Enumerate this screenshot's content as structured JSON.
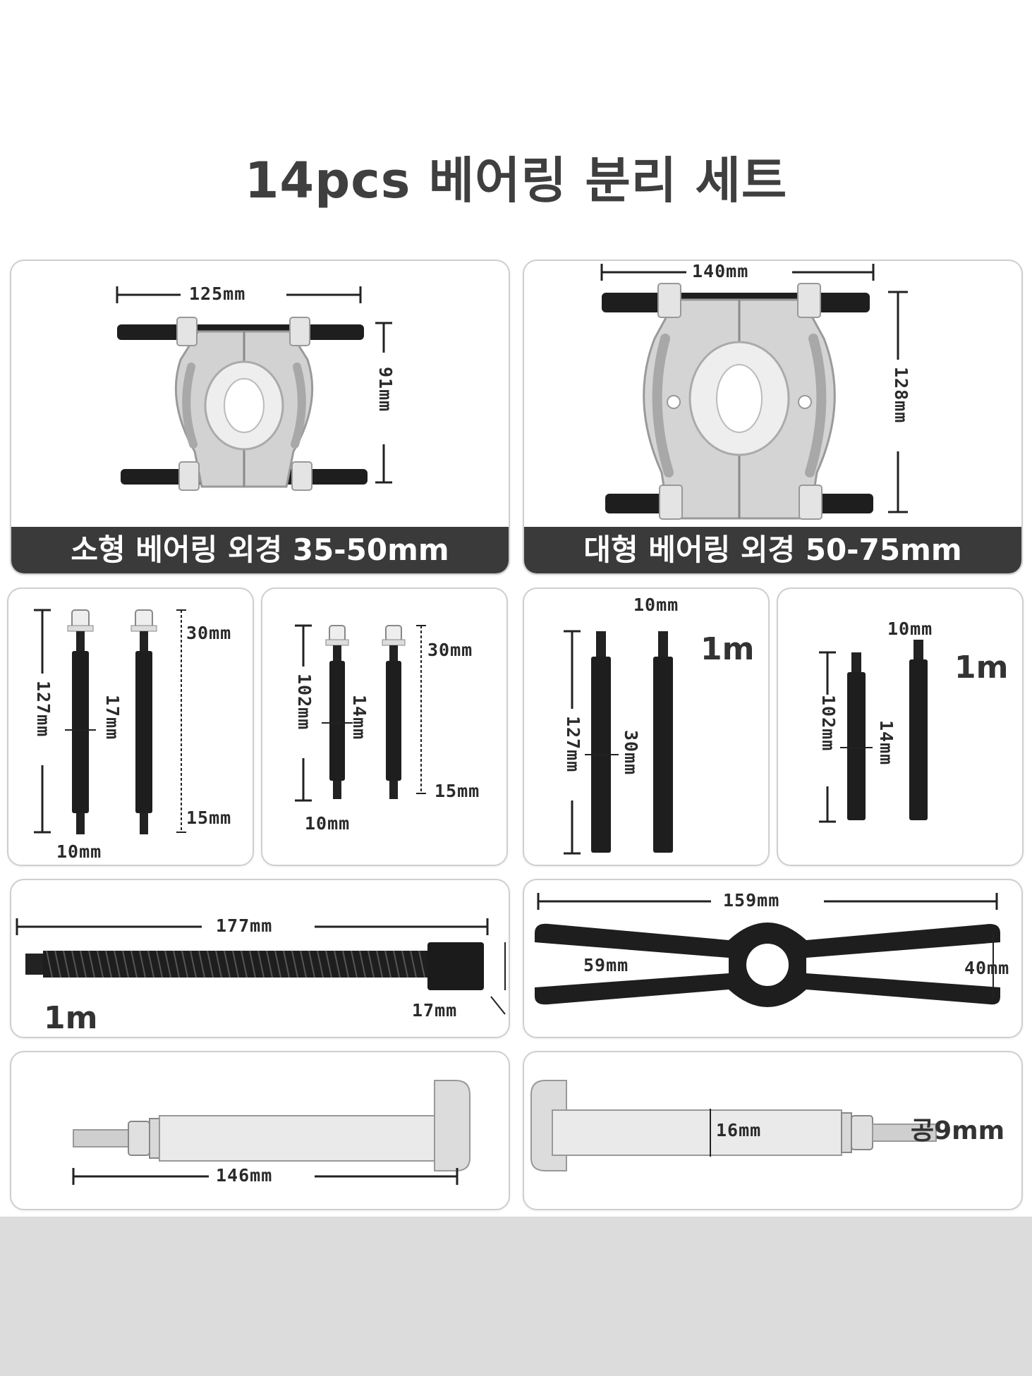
{
  "title": "14pcs 베어링 분리 세트",
  "separators": {
    "small": {
      "caption": "소형 베어링 외경 35-50mm",
      "width": "125mm",
      "height": "91mm"
    },
    "large": {
      "caption": "대형 베어링 외경 50-75mm",
      "width": "140mm",
      "height": "128mm"
    }
  },
  "rods": {
    "set1": {
      "length": "127mm",
      "hex": "17mm",
      "top": "30mm",
      "bottom": "15mm",
      "thread": "10mm"
    },
    "set2": {
      "length": "102mm",
      "hex": "14mm",
      "top": "30mm",
      "bottom": "15mm",
      "thread": "10mm"
    },
    "set3": {
      "length": "127mm",
      "hex": "30mm",
      "thread": "10mm",
      "unit": "1m"
    },
    "set4": {
      "length": "102mm",
      "hex": "14mm",
      "thread": "10mm",
      "unit": "1m"
    }
  },
  "screw": {
    "length": "177mm",
    "hex": "17mm",
    "unit": "1m"
  },
  "bar": {
    "length": "159mm",
    "slot": "59mm",
    "width": "40mm"
  },
  "hooks": {
    "length": "146mm",
    "square": "16mm",
    "hole": "공9mm"
  }
}
